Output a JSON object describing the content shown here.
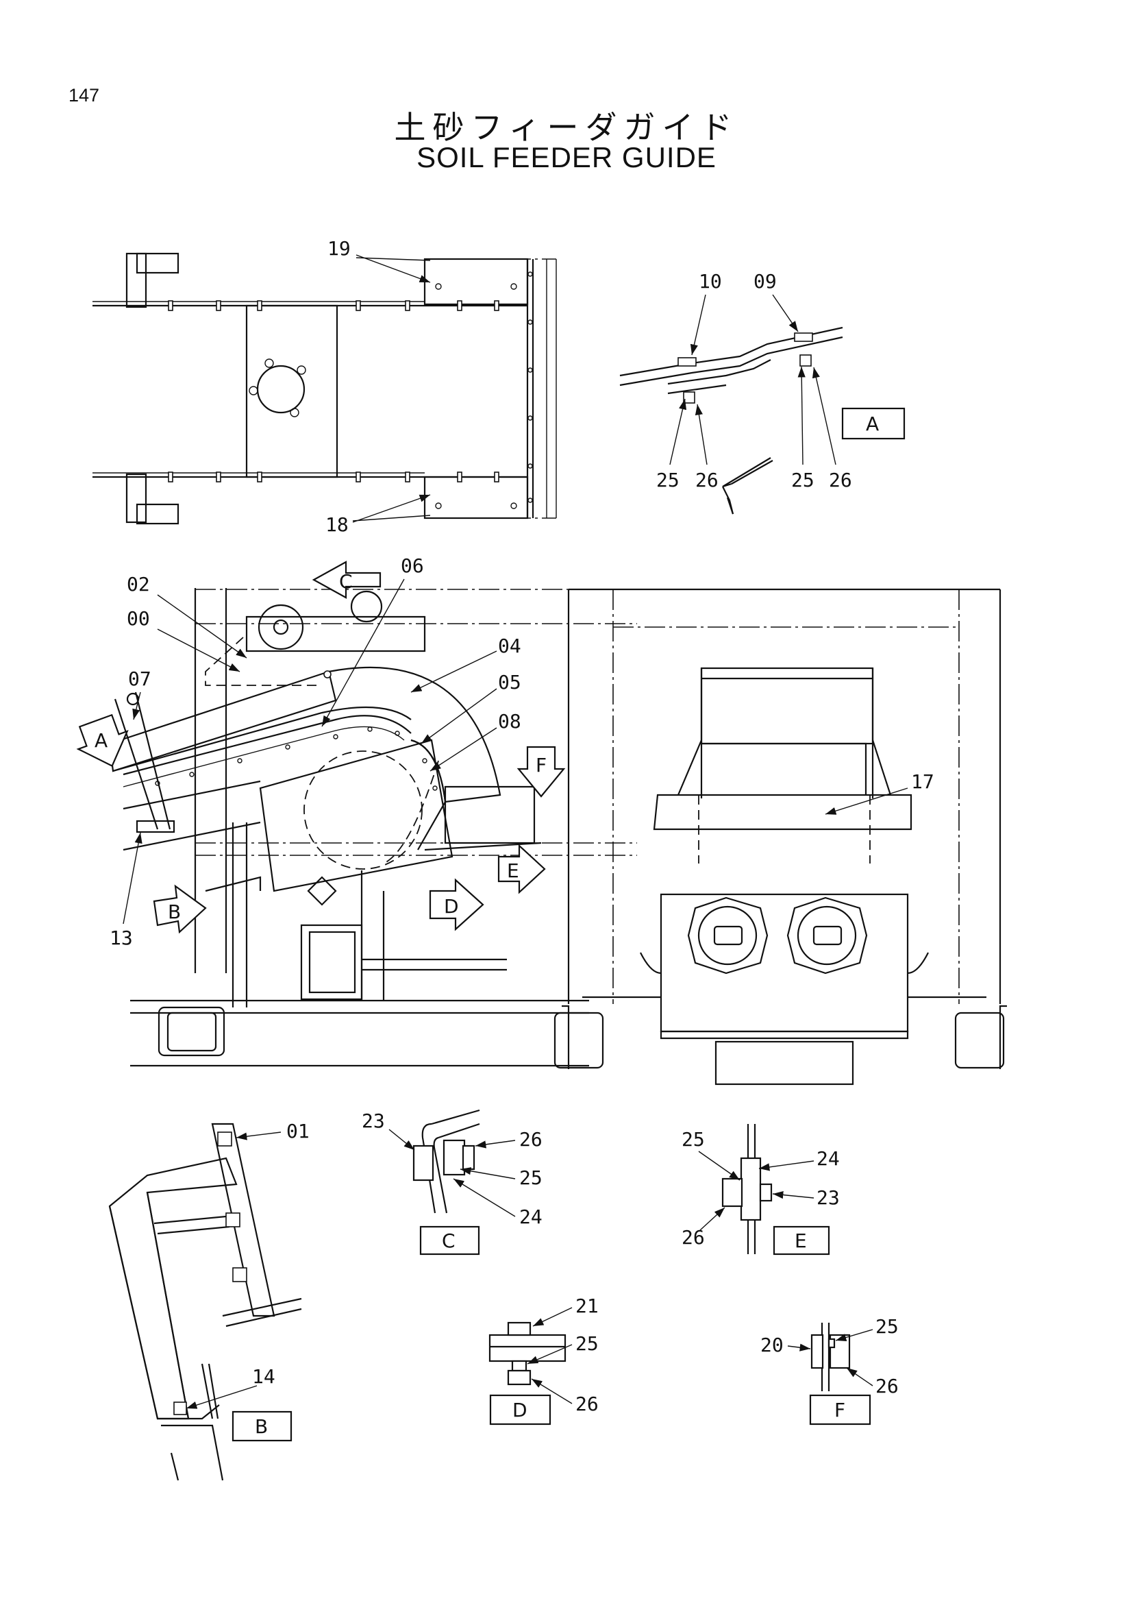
{
  "page_number": "147",
  "title_ja": "土砂フィーダガイド",
  "title_en": "SOIL FEEDER GUIDE",
  "part_labels": [
    "19",
    "18",
    "10",
    "09",
    "25",
    "26",
    "25",
    "26",
    "06",
    "02",
    "00",
    "04",
    "05",
    "07",
    "08",
    "17",
    "13",
    "01",
    "23",
    "26",
    "25",
    "24",
    "25",
    "24",
    "23",
    "26",
    "21",
    "25",
    "26",
    "14",
    "20",
    "25",
    "26"
  ],
  "view_labels": [
    "A",
    "B",
    "C",
    "D",
    "E",
    "F"
  ],
  "arrow_labels": [
    "C",
    "A",
    "F",
    "E",
    "D",
    "B"
  ]
}
